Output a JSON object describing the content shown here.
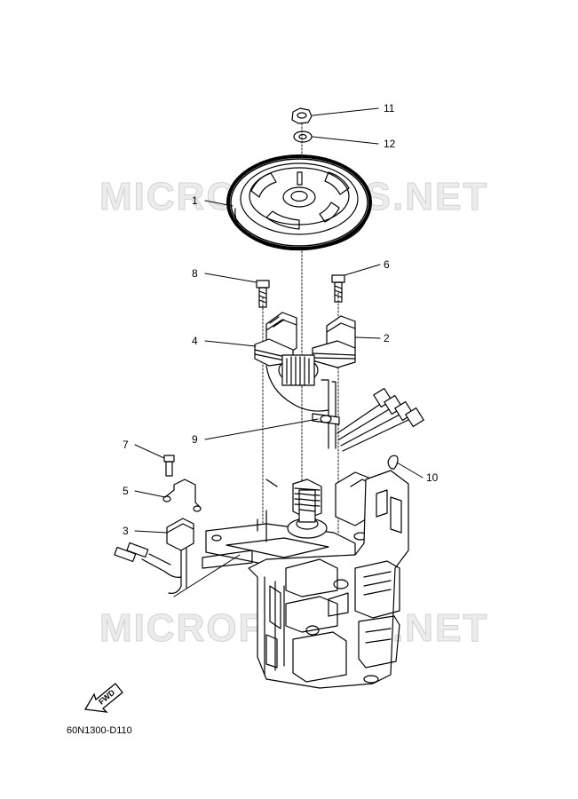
{
  "watermark": {
    "text": "MICROFICHES.NET"
  },
  "diagram_code": "60N1300-D110",
  "fwd_label": "FWD",
  "callouts": [
    {
      "id": "p1",
      "label": "1",
      "part": "flywheel"
    },
    {
      "id": "p2",
      "label": "2",
      "part": "charge-coil-right"
    },
    {
      "id": "p3",
      "label": "3",
      "part": "pulser-coil"
    },
    {
      "id": "p4",
      "label": "4",
      "part": "charge-coil-left"
    },
    {
      "id": "p5",
      "label": "5",
      "part": "bracket"
    },
    {
      "id": "p6",
      "label": "6",
      "part": "bolt-right"
    },
    {
      "id": "p7",
      "label": "7",
      "part": "bolt-small"
    },
    {
      "id": "p8",
      "label": "8",
      "part": "bolt-left"
    },
    {
      "id": "p9",
      "label": "9",
      "part": "wire-clamp"
    },
    {
      "id": "p10",
      "label": "10",
      "part": "key"
    },
    {
      "id": "p11",
      "label": "11",
      "part": "nut"
    },
    {
      "id": "p12",
      "label": "12",
      "part": "washer"
    }
  ]
}
